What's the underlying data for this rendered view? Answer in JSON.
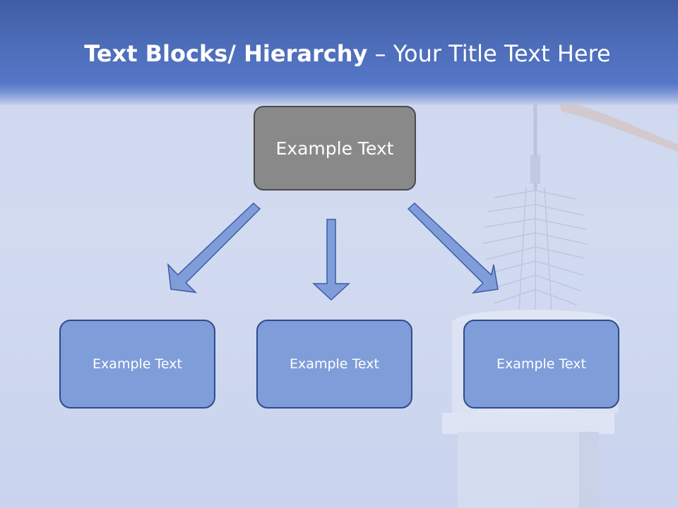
{
  "slide": {
    "title_bold": "Text Blocks/ Hierarchy",
    "title_rest": " – Your Title Text Here"
  },
  "diagram": {
    "root": {
      "label": "Example Text"
    },
    "children": [
      {
        "label": "Example Text"
      },
      {
        "label": "Example Text"
      },
      {
        "label": "Example Text"
      }
    ]
  },
  "colors": {
    "header": "#4d6cb8",
    "root_fill": "#898989",
    "child_fill": "#7f9dd9",
    "child_border": "#2e4a8c",
    "arrow_fill": "#7f9dd9"
  }
}
